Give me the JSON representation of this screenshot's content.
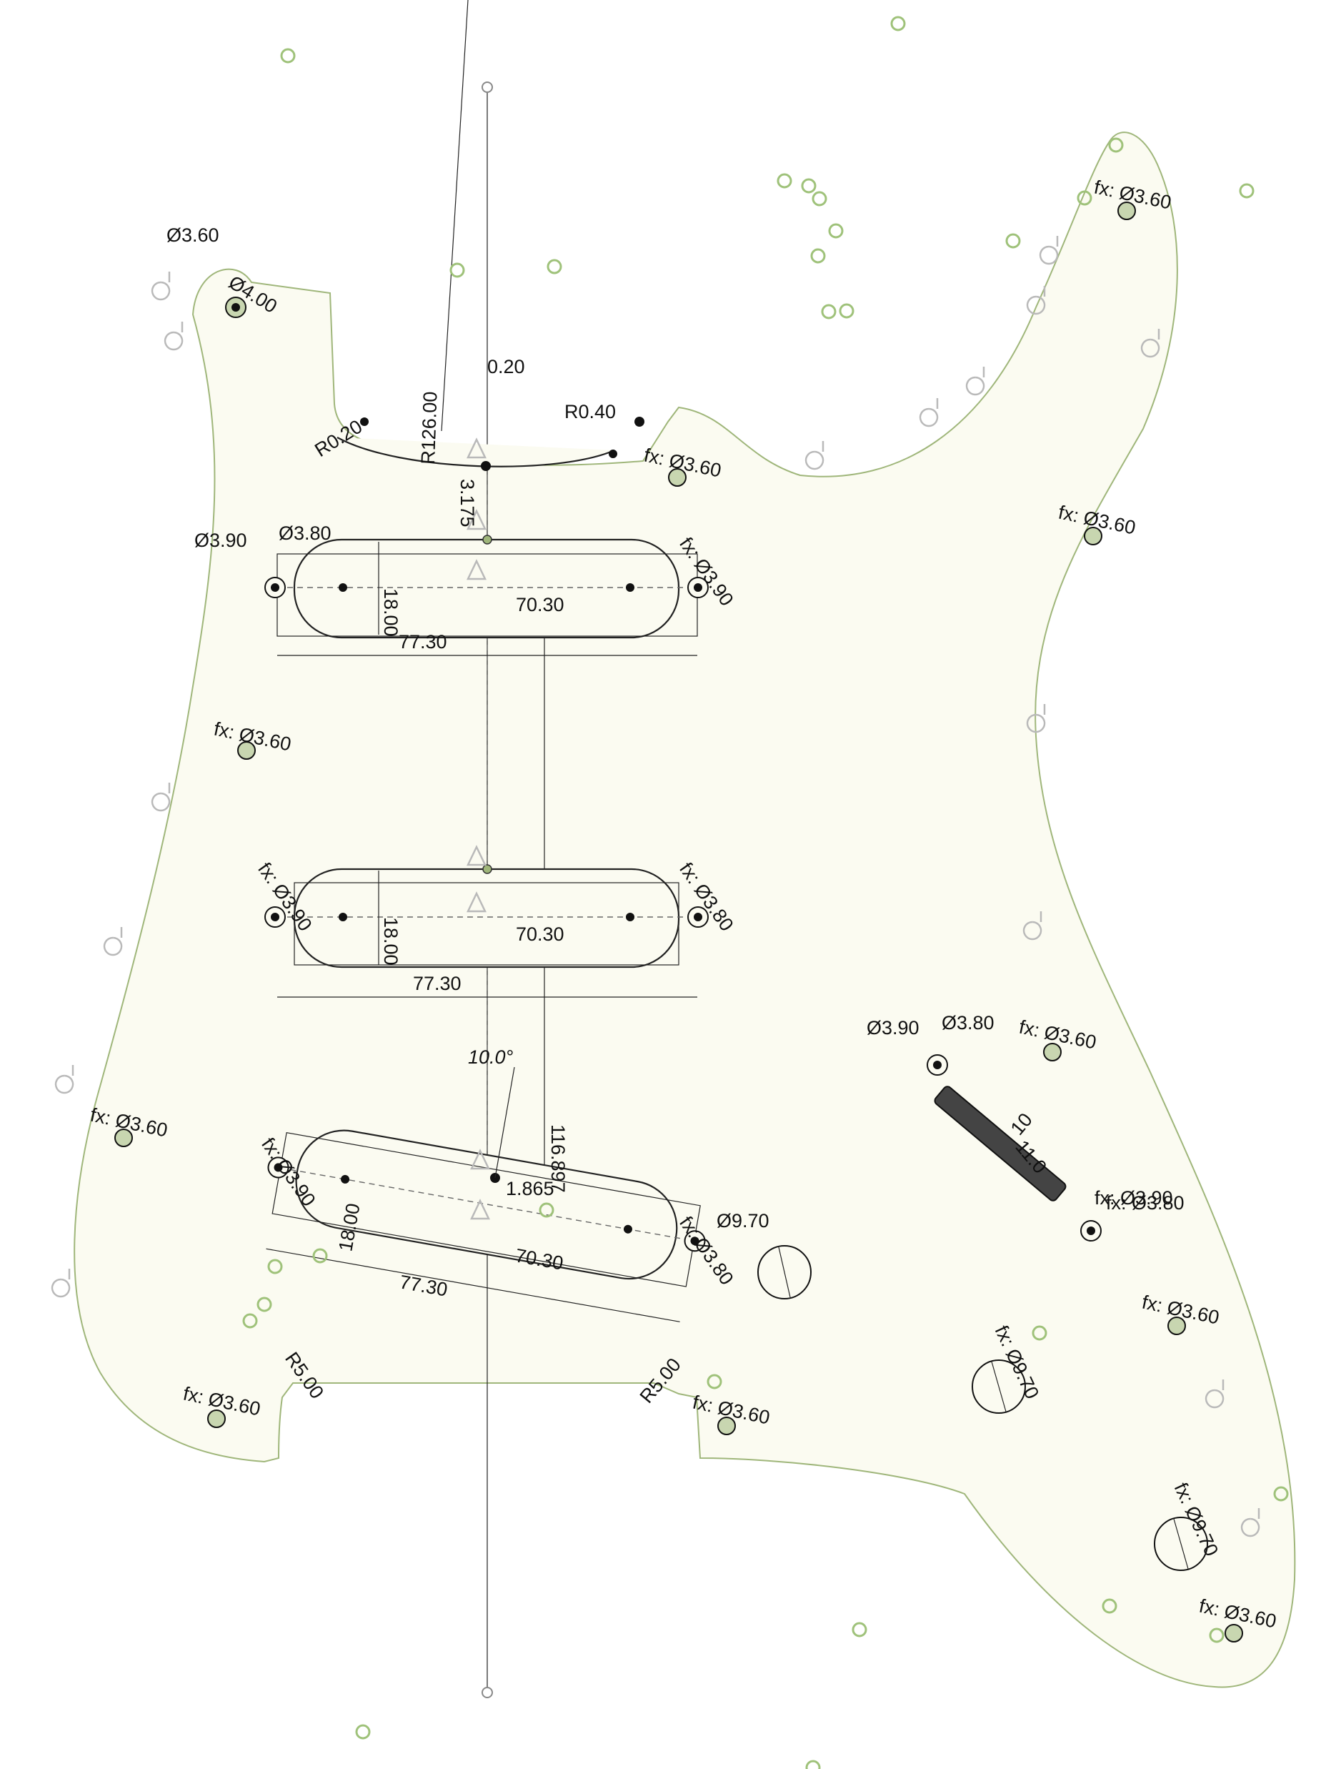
{
  "dimensions": {
    "top_left_mount_outer": "Ø3.60",
    "top_left_mount_inner": "Ø4.00",
    "neck_gap": "0.20",
    "neck_arc_radius": "R126.00",
    "neck_left_fillet": "R0.20",
    "neck_right_fillet": "R0.40",
    "neck_to_pickup": "3.175",
    "fx_hole": "fx: Ø3.60",
    "pickup1_left_screw": "Ø3.90",
    "pickup1_left_screw2": "Ø3.80",
    "pickup1_right_screw": "fx: Ø3.90",
    "pickup_inner_length": "70.30",
    "pickup_outer_length": "77.30",
    "pickup_width": "18.00",
    "pickup2_left_screw": "fx: Ø3.90",
    "pickup2_right_screw": "fx: Ø3.80",
    "angle": "10.0°",
    "pickup_spacing": "116.897",
    "offset": "1.865",
    "pickup3_left_screw": "fx: Ø3.90",
    "pickup3_right_screw": "fx: Ø3.80",
    "pot1": "Ø9.70",
    "pot2": "fx: Ø9.70",
    "pot3": "fx: Ø9.70",
    "switch_left_screw": "Ø3.90",
    "switch_left_screw2": "Ø3.80",
    "switch_width": "10",
    "switch_length": "11.0",
    "switch_right_screw": "fx: Ø3.90",
    "switch_right_screw2": "fx: Ø3.80",
    "bottom_left_radius": "R5.00",
    "bottom_right_radius": "R5.00"
  }
}
